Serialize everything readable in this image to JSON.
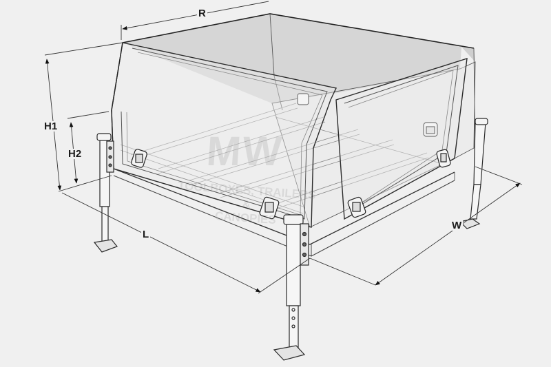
{
  "diagram": {
    "subject": "Ute canopy with jack-off legs",
    "background_color": "#f0f0f0",
    "line_color": "#2a2a2a",
    "glass_fill": "#d8d8d8",
    "dimensions": {
      "roof_length": "R",
      "overall_height": "H1",
      "side_height": "H2",
      "length": "L",
      "width": "W"
    },
    "watermark": {
      "logo": "MW",
      "line1": "TOOLBOXES, TRAILERS",
      "line2": "&",
      "line3": "CANOPIES"
    }
  }
}
